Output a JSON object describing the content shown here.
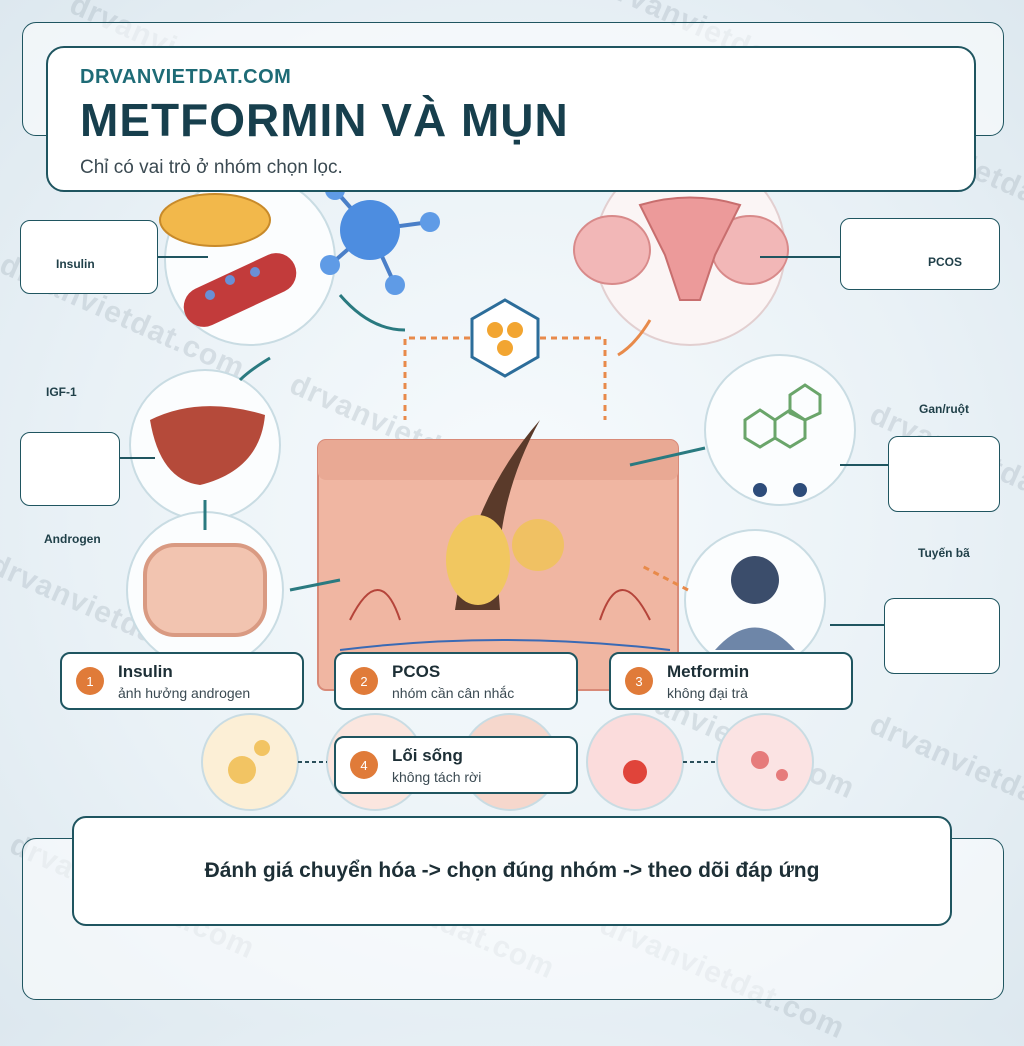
{
  "watermark": "drvanvietdat.com",
  "header": {
    "brand": "DRVANVIETDAT.COM",
    "title": "METFORMIN VÀ MỤN",
    "subtitle": "Chỉ có vai trò ở nhóm chọn lọc."
  },
  "side_labels": {
    "insulin": "Insulin",
    "pcos": "PCOS",
    "igf1": "IGF-1",
    "gan_ruot": "Gan/ruột",
    "androgen": "Androgen",
    "tuyen_ba": "Tuyến bã"
  },
  "cards": [
    {
      "num": "1",
      "title": "Insulin",
      "sub": "ảnh hưởng androgen"
    },
    {
      "num": "2",
      "title": "PCOS",
      "sub": "nhóm cần cân nhắc"
    },
    {
      "num": "3",
      "title": "Metformin",
      "sub": "không đại trà"
    },
    {
      "num": "4",
      "title": "Lối sống",
      "sub": "không tách rời"
    }
  ],
  "footer": {
    "text": "Đánh giá chuyển hóa -> chọn đúng nhóm -> theo dõi đáp ứng"
  },
  "colors": {
    "accent_orange": "#e07b39",
    "border_teal": "#1f5560",
    "brand_teal": "#1e6b76"
  }
}
